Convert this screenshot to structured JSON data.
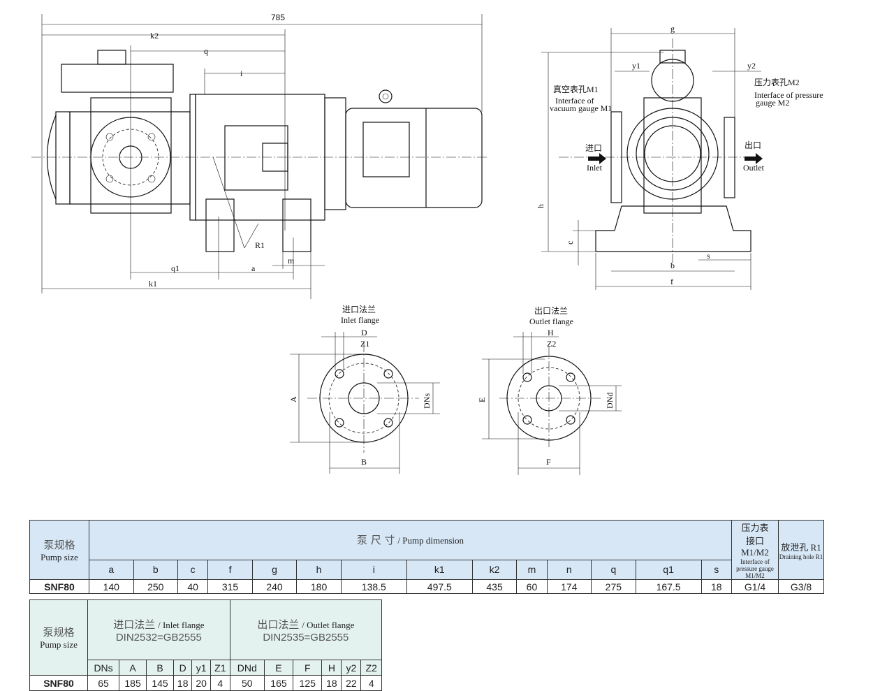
{
  "drawing": {
    "side": {
      "overall": "785",
      "k2": "k2",
      "q": "q",
      "i": "i",
      "q1": "q1",
      "a": "a",
      "m": "m",
      "k1": "k1",
      "r1": "R1"
    },
    "front": {
      "g": "g",
      "y1": "y1",
      "y2": "y2",
      "vacuum_cn": "真空表孔M1",
      "vacuum_en1": "Interface of",
      "vacuum_en2": "vacuum gauge M1",
      "pressure_cn": "压力表孔M2",
      "pressure_en1": "Interface of pressure",
      "pressure_en2": "gauge M2",
      "inlet_cn": "进口",
      "inlet_en": "Inlet",
      "outlet_cn": "出口",
      "outlet_en": "Outlet",
      "h": "h",
      "c": "c",
      "b": "b",
      "s": "s",
      "f": "f"
    },
    "inlet_flange": {
      "title_cn": "进口法兰",
      "title_en": "Inlet flange",
      "D": "D",
      "Z": "Z1",
      "A": "A",
      "B": "B",
      "DN": "DNs"
    },
    "outlet_flange": {
      "title_cn": "出口法兰",
      "title_en": "Outlet flange",
      "H": "H",
      "Z": "Z2",
      "E": "E",
      "F": "F",
      "DN": "DNd"
    }
  },
  "table1": {
    "size_cn": "泵规格",
    "size_en": "Pump size",
    "dim_cn": "泵 尺 寸",
    "dim_en": "/ Pump dimension",
    "gauge_cn1": "压力表",
    "gauge_cn2": "接口 M1/M2",
    "gauge_en": "Interface of pressure gauge M1/M2",
    "drain_cn": "放泄孔 R1",
    "drain_en": "Draining hole R1",
    "columns": [
      "a",
      "b",
      "c",
      "f",
      "g",
      "h",
      "i",
      "k1",
      "k2",
      "m",
      "n",
      "q",
      "q1",
      "s"
    ],
    "row": {
      "size": "SNF80",
      "values": [
        "140",
        "250",
        "40",
        "315",
        "240",
        "180",
        "138.5",
        "497.5",
        "435",
        "60",
        "174",
        "275",
        "167.5",
        "18"
      ],
      "gauge": "G1/4",
      "drain": "G3/8"
    }
  },
  "table2": {
    "size_cn": "泵规格",
    "size_en": "Pump size",
    "inlet_cn": "进口法兰",
    "inlet_en": "/ Inlet flange",
    "inlet_std": "DIN2532=GB2555",
    "outlet_cn": "出口法兰",
    "outlet_en": "/ Outlet flange",
    "outlet_std": "DIN2535=GB2555",
    "columns": [
      "DNs",
      "A",
      "B",
      "D",
      "y1",
      "Z1",
      "DNd",
      "E",
      "F",
      "H",
      "y2",
      "Z2"
    ],
    "row": {
      "size": "SNF80",
      "values": [
        "65",
        "185",
        "145",
        "18",
        "20",
        "4",
        "50",
        "165",
        "125",
        "18",
        "22",
        "4"
      ]
    }
  }
}
